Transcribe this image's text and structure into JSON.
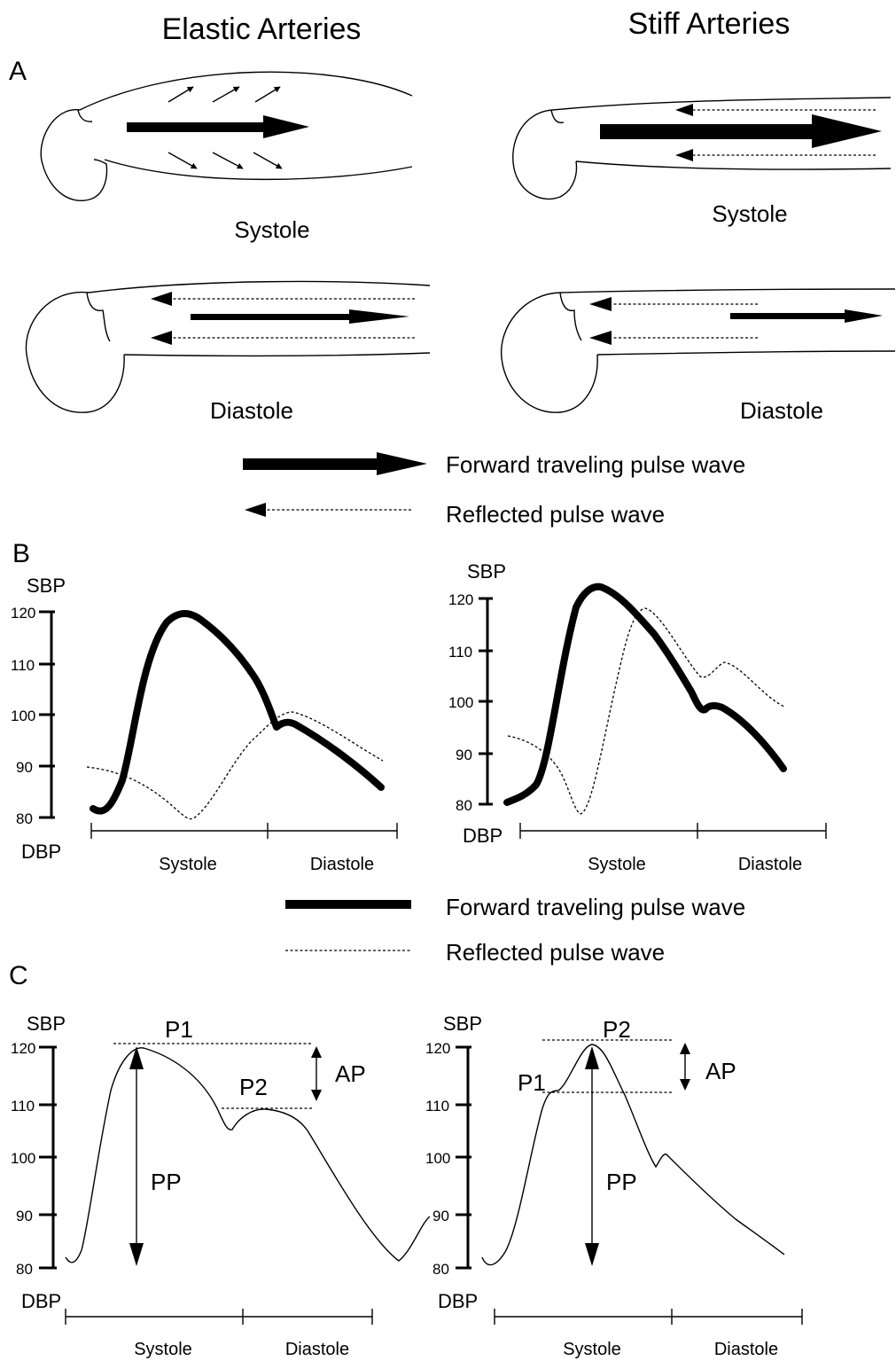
{
  "headers": {
    "elastic": "Elastic Arteries",
    "stiff": "Stiff Arteries"
  },
  "panels": {
    "a": "A",
    "b": "B",
    "c": "C"
  },
  "phases": {
    "systole": "Systole",
    "diastole": "Diastole"
  },
  "legend": {
    "forward": "Forward traveling pulse wave",
    "reflected": "Reflected pulse wave"
  },
  "axis": {
    "sbp": "SBP",
    "dbp": "DBP",
    "ticks": [
      "120",
      "110",
      "100",
      "90",
      "80"
    ]
  },
  "pulse_labels": {
    "p1": "P1",
    "p2": "P2",
    "ap": "AP",
    "pp": "PP"
  }
}
